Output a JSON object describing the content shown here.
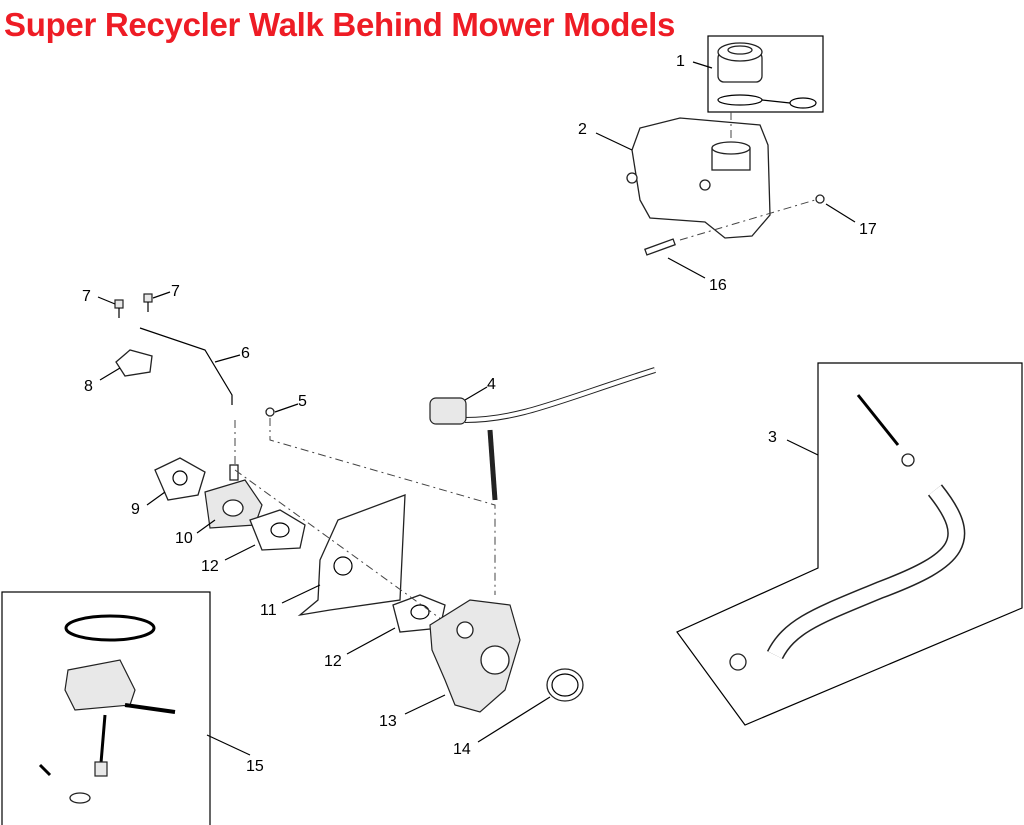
{
  "title": "Super Recycler Walk Behind Mower Models",
  "title_color": "#ee1c25",
  "callouts": [
    "1",
    "2",
    "3",
    "4",
    "5",
    "6",
    "7",
    "7",
    "8",
    "9",
    "10",
    "11",
    "12",
    "12",
    "13",
    "14",
    "15",
    "16",
    "17"
  ]
}
